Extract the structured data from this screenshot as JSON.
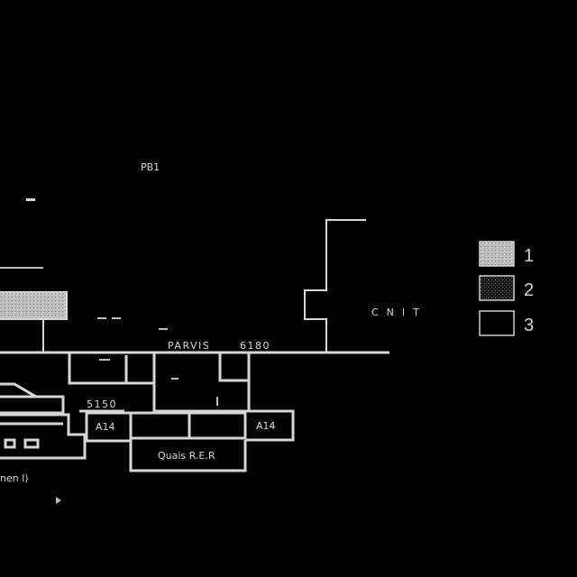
{
  "labels": {
    "pb1": "PB1",
    "cnit": "CNIT",
    "parvis": "PARVIS",
    "parvis_level": "6180",
    "level_2": "5150",
    "a14_left": "A14",
    "a14_right": "A14",
    "quai_rer": "Quais R.E.R",
    "partial_left": "nen l)"
  },
  "legend": [
    {
      "key": "1",
      "fill": "#bdbdbd",
      "pattern": "light-speckle"
    },
    {
      "key": "2",
      "fill": "#2a2a2a",
      "pattern": "dark-speckle"
    },
    {
      "key": "3",
      "fill": "#000000",
      "pattern": "empty"
    }
  ],
  "colors": {
    "background": "#000000",
    "line": "#d6d6d6"
  }
}
